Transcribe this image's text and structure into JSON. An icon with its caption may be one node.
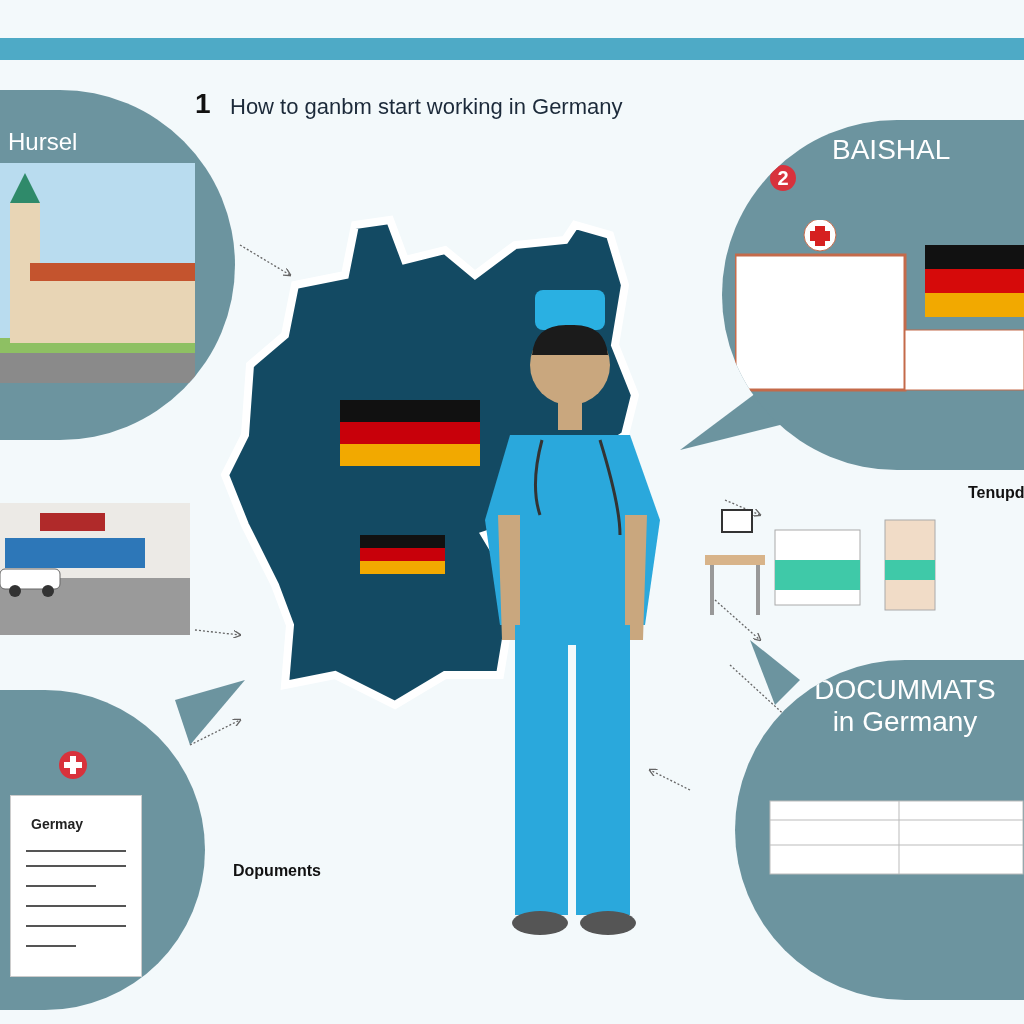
{
  "diagram": {
    "title": "How to ganbm start working in Germany",
    "nodes": [
      {
        "text": [
          "Hursel"
        ]
      },
      {
        "text": [
          "BAISHAL"
        ]
      },
      {
        "text": [
          "DOCUMMATS in Germany"
        ]
      },
      {
        "text": [
          "Germay"
        ]
      }
    ],
    "labels": [
      "1",
      "2",
      "Tenupd",
      "Dopuments"
    ]
  }
}
